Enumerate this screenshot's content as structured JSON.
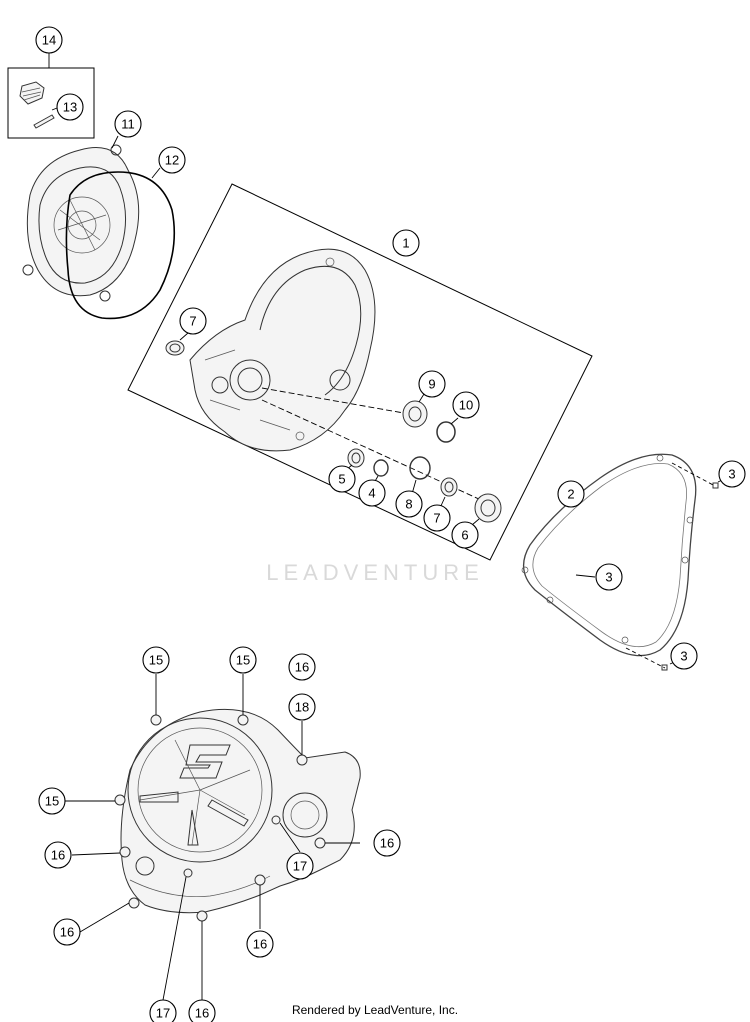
{
  "watermark": "LEADVENTURE",
  "footer": "Rendered by LeadVenture, Inc.",
  "callouts": {
    "c1": "1",
    "c2": "2",
    "c3a": "3",
    "c3b": "3",
    "c3c": "3",
    "c4": "4",
    "c5": "5",
    "c6": "6",
    "c7a": "7",
    "c7b": "7",
    "c8": "8",
    "c9": "9",
    "c10": "10",
    "c11": "11",
    "c12": "12",
    "c13": "13",
    "c14": "14",
    "c15a": "15",
    "c15b": "15",
    "c15c": "15",
    "c16a": "16",
    "c16b": "16",
    "c16c": "16",
    "c16d": "16",
    "c16e": "16",
    "c16f": "16",
    "c17a": "17",
    "c17b": "17",
    "c18": "18"
  }
}
